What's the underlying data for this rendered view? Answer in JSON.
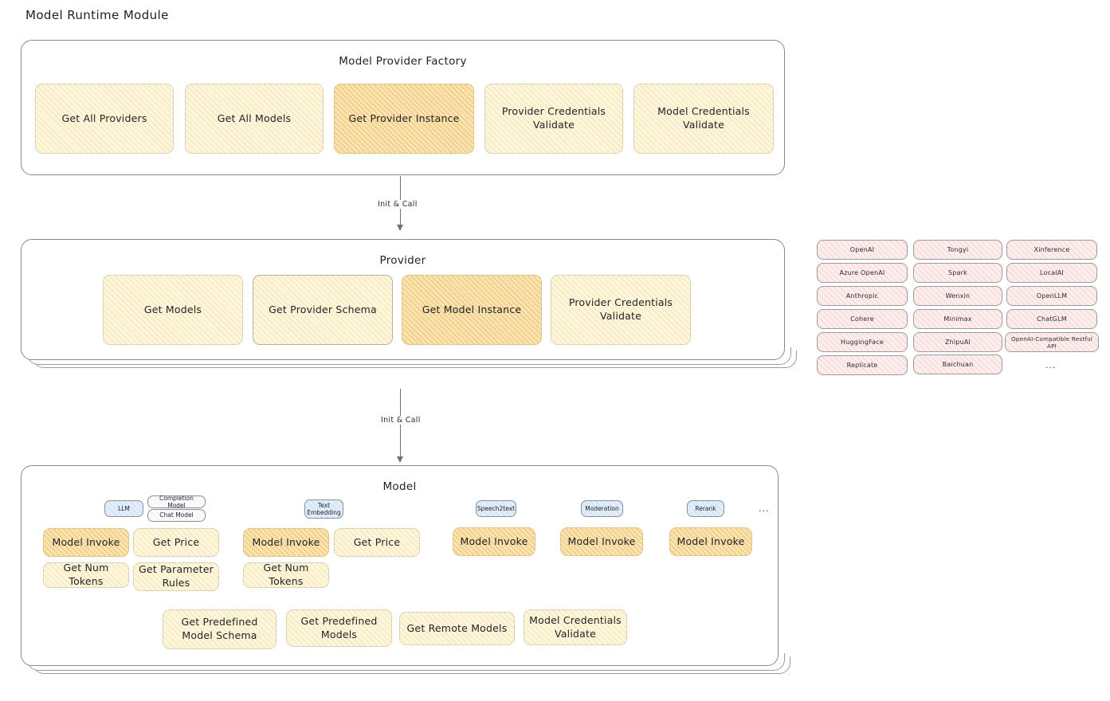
{
  "title": "Model Runtime Module",
  "sections": {
    "factory": {
      "title": "Model Provider Factory",
      "nodes": [
        {
          "label": "Get All Providers",
          "highlighted": false
        },
        {
          "label": "Get All Models",
          "highlighted": false
        },
        {
          "label": "Get Provider Instance",
          "highlighted": true
        },
        {
          "label": "Provider Credentials Validate",
          "highlighted": false
        },
        {
          "label": "Model Credentials Validate",
          "highlighted": false
        }
      ]
    },
    "provider": {
      "title": "Provider",
      "nodes": [
        {
          "label": "Get Models",
          "highlighted": false
        },
        {
          "label": "Get Provider Schema",
          "highlighted": false
        },
        {
          "label": "Get Model Instance",
          "highlighted": true
        },
        {
          "label": "Provider Credentials Validate",
          "highlighted": false
        }
      ]
    },
    "model": {
      "title": "Model",
      "types": [
        {
          "name": "LLM",
          "subtypes": [
            "Completion Model",
            "Chat Model"
          ],
          "methods": [
            "Model Invoke",
            "Get Price",
            "Get Num Tokens",
            "Get Parameter Rules"
          ]
        },
        {
          "name": "Text Embedding",
          "subtypes": [],
          "methods": [
            "Model Invoke",
            "Get Price",
            "Get Num Tokens"
          ]
        },
        {
          "name": "Speech2text",
          "subtypes": [],
          "methods": [
            "Model Invoke"
          ]
        },
        {
          "name": "Moderation",
          "subtypes": [],
          "methods": [
            "Model Invoke"
          ]
        },
        {
          "name": "Rerank",
          "subtypes": [],
          "methods": [
            "Model Invoke"
          ]
        }
      ],
      "more_indicator": "...",
      "common_methods": [
        "Get Predefined Model Schema",
        "Get Predefined Models",
        "Get Remote Models",
        "Model Credentials Validate"
      ]
    }
  },
  "arrows": [
    {
      "label": "Init & Call"
    },
    {
      "label": "Init & Call"
    }
  ],
  "provider_list": {
    "columns": [
      [
        "OpenAI",
        "Azure OpenAI",
        "Anthropic",
        "Cohere",
        "HuggingFace",
        "Replicate"
      ],
      [
        "Tongyi",
        "Spark",
        "Wenxin",
        "Minimax",
        "ZhipuAI",
        "Baichuan"
      ],
      [
        "Xinference",
        "LocalAI",
        "OpenLLM",
        "ChatGLM",
        "OpenAI-Compatible Restful API"
      ]
    ],
    "more_indicator": "..."
  },
  "colors": {
    "node_cream": "#fdf6dc",
    "node_amber": "#fae3b4",
    "pill_pink": "#fdeeee",
    "badge_blue": "#e2eefb",
    "frame_border": "#8a8a8a",
    "text": "#232428"
  }
}
